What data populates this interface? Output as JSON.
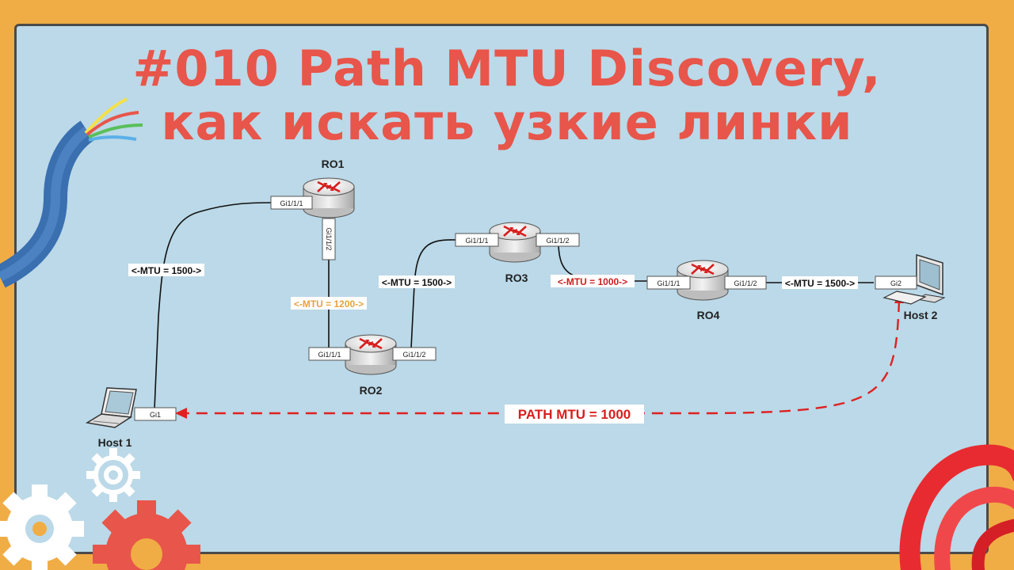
{
  "title": {
    "line1": "#010 Path MTU Discovery,",
    "line2": "как искать узкие линки"
  },
  "devices": {
    "ro1": "RO1",
    "ro2": "RO2",
    "ro3": "RO3",
    "ro4": "RO4",
    "host1": "Host 1",
    "host2": "Host 2"
  },
  "ports": {
    "ro1_gi111": "Gi1/1/1",
    "ro1_gi112": "Gi1/1/2",
    "ro2_gi111": "Gi1/1/1",
    "ro2_gi112": "Gi1/1/2",
    "ro3_gi111": "Gi1/1/1",
    "ro3_gi112": "Gi1/1/2",
    "ro4_gi111": "Gi1/1/1",
    "ro4_gi112": "Gi1/1/2",
    "host1_gi1": "Gi1",
    "host2_gi2": "Gi2"
  },
  "links": {
    "host1_ro1": "<-MTU = 1500->",
    "ro1_ro2": "<-MTU = 1200->",
    "ro2_ro3": "<-MTU = 1500->",
    "ro3_ro4": "<-MTU = 1000->",
    "ro4_host2": "<-MTU = 1500->"
  },
  "path_mtu": "PATH MTU = 1000",
  "colors": {
    "background": "#F0AD45",
    "panel": "#BBD9E8",
    "title": "#E8554A",
    "mtu_warning": "#E8A23A",
    "mtu_critical": "#CC1F1F",
    "path_arrow": "#E02020"
  },
  "icons": [
    "cable-icon",
    "router-icon",
    "laptop-icon",
    "desktop-icon",
    "gear-icon",
    "ribbon-icon"
  ]
}
